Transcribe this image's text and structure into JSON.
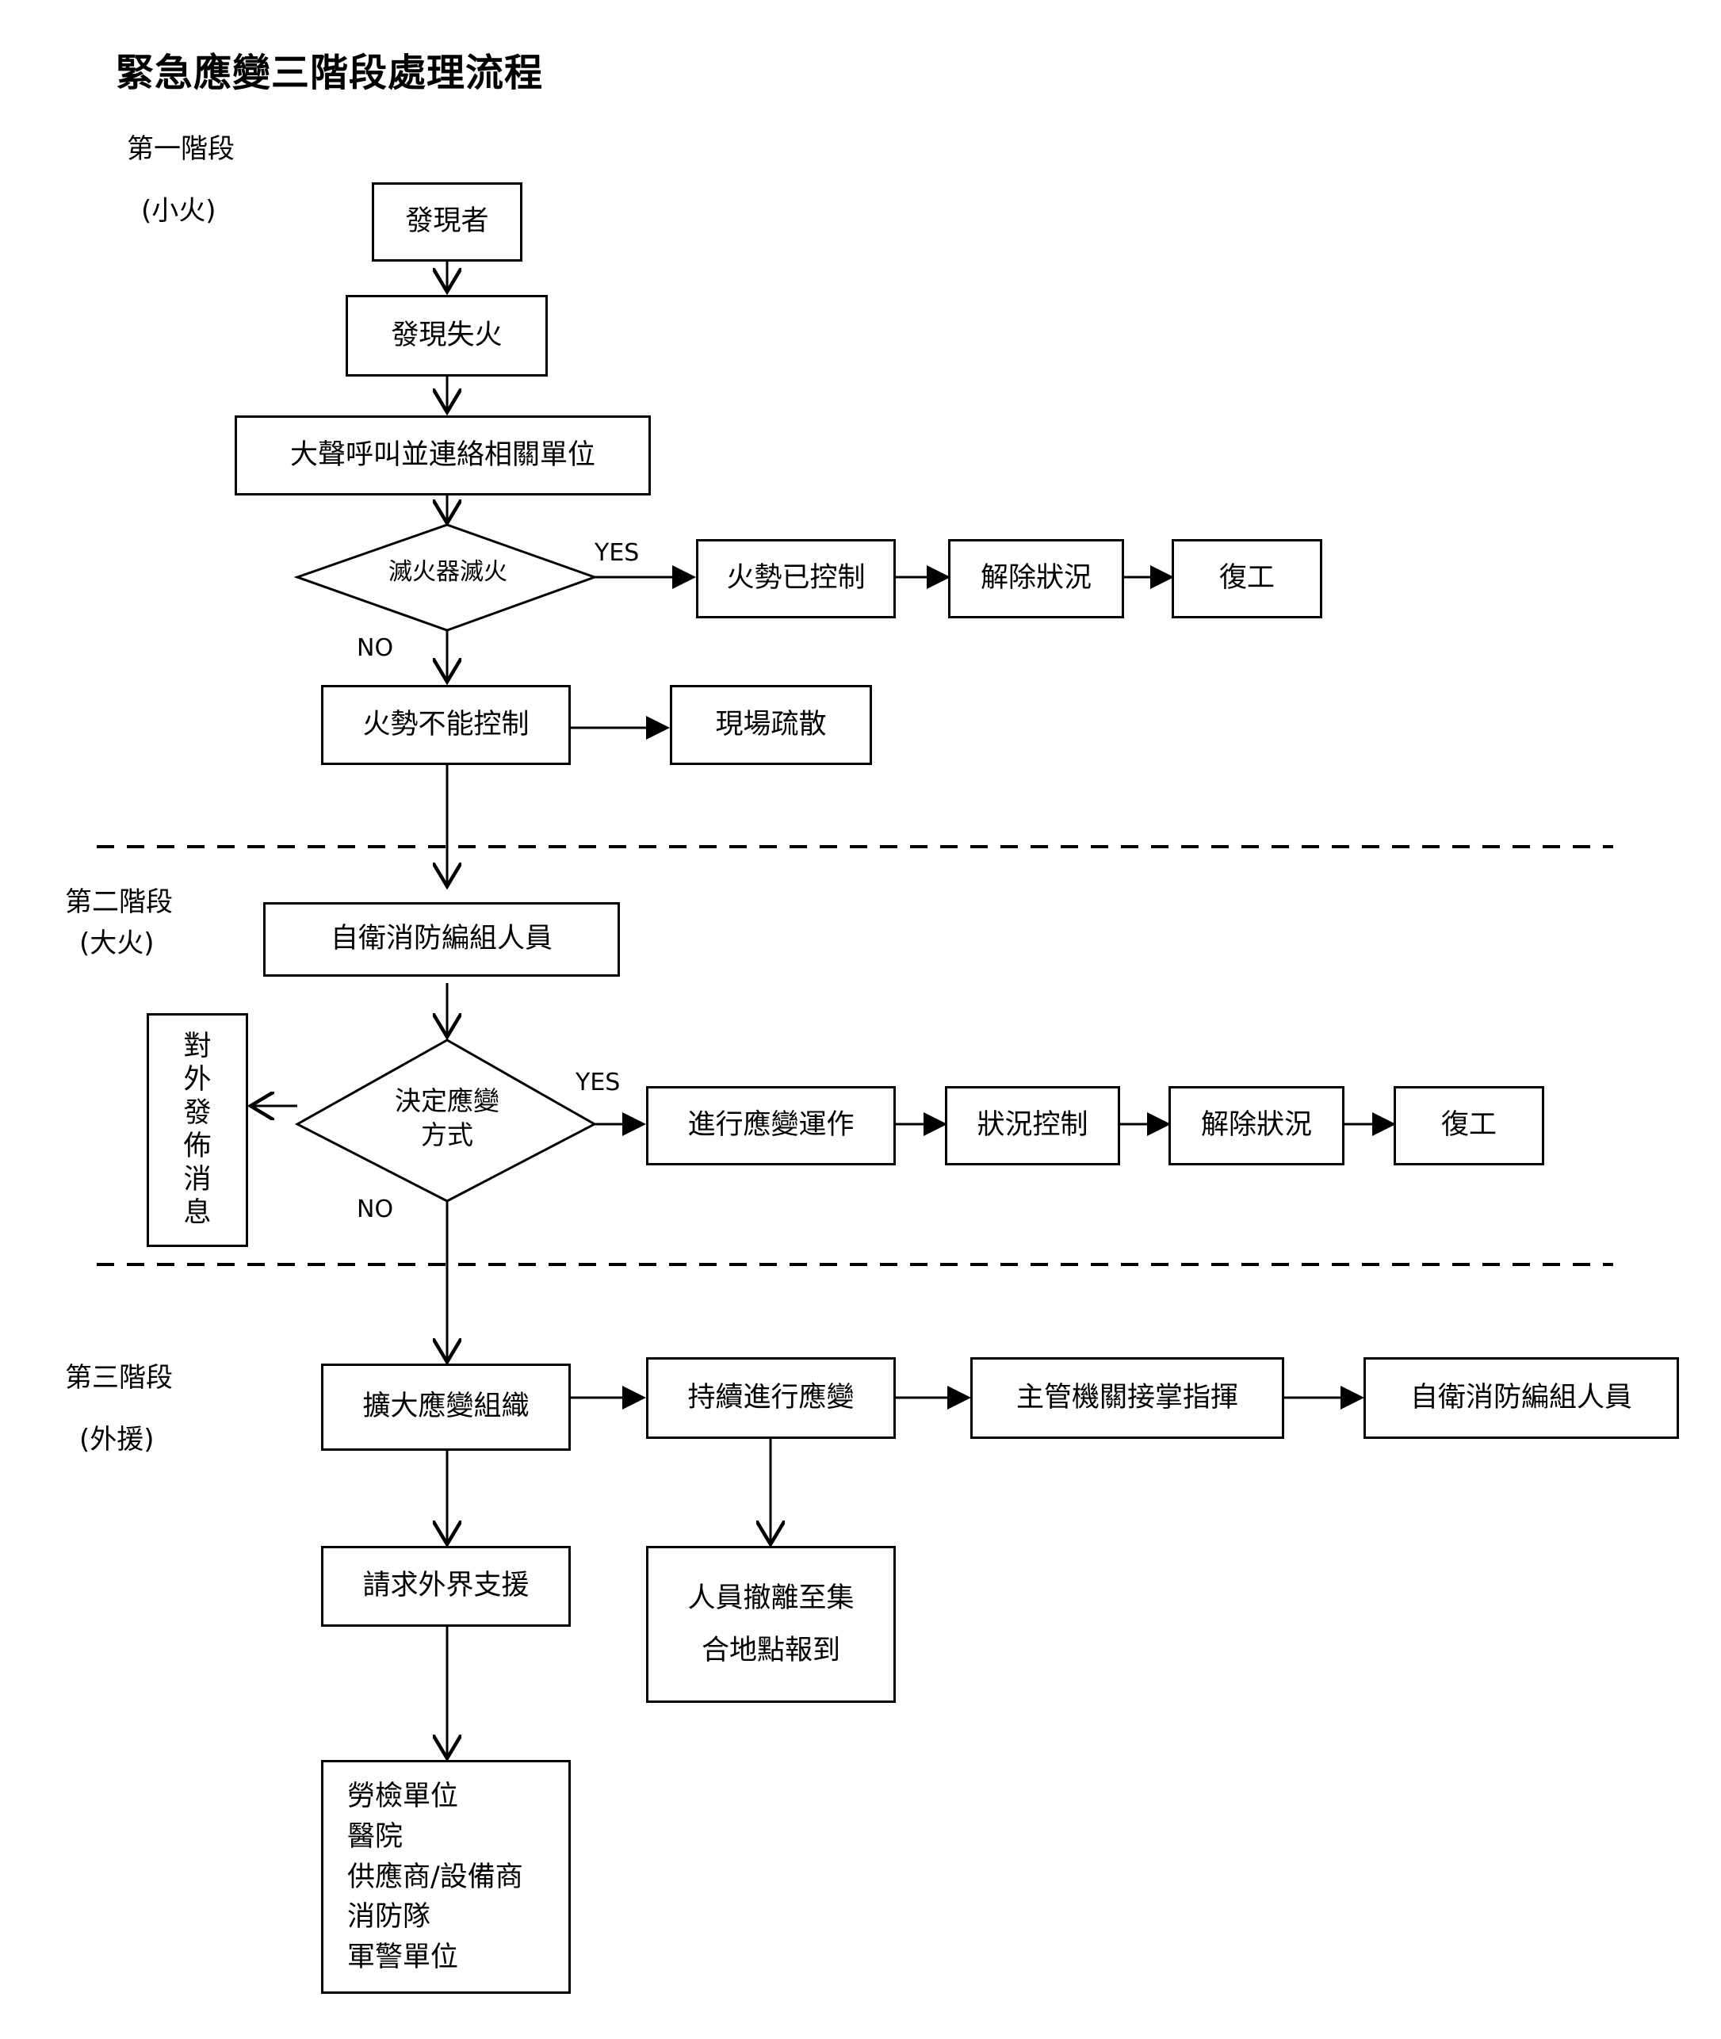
{
  "title": "緊急應變三階段處理流程",
  "stages": {
    "s1": {
      "name": "第一階段",
      "note": "(小火)"
    },
    "s2": {
      "name": "第二階段",
      "note": "(大火)"
    },
    "s3": {
      "name": "第三階段",
      "note": "(外援)"
    }
  },
  "stage1": {
    "discoverer": "發現者",
    "discover_fire": "發現失火",
    "shout": "大聲呼叫並連絡相關單位",
    "decision": "滅火器滅火",
    "yes": "YES",
    "no": "NO",
    "controlled": "火勢已控制",
    "relieve": "解除狀況",
    "resume": "復工",
    "uncontrolled": "火勢不能控制",
    "evacuate": "現場疏散"
  },
  "stage2": {
    "team": "自衛消防編組人員",
    "decision_line1": "決定應變",
    "decision_line2": "方式",
    "yes": "YES",
    "no": "NO",
    "announce_chars": [
      "對",
      "外",
      "發",
      "佈",
      "消",
      "息"
    ],
    "operate": "進行應變運作",
    "control": "狀況控制",
    "relieve": "解除狀況",
    "resume": "復工"
  },
  "stage3": {
    "expand": "擴大應變組織",
    "continue": "持續進行應變",
    "authority": "主管機關接掌指揮",
    "team": "自衛消防編組人員",
    "assemble_line1": "人員撤離至集",
    "assemble_line2": "合地點報到",
    "request": "請求外界支援",
    "support_list": [
      "勞檢單位",
      "醫院",
      "供應商/設備商",
      "消防隊",
      "軍警單位"
    ]
  }
}
